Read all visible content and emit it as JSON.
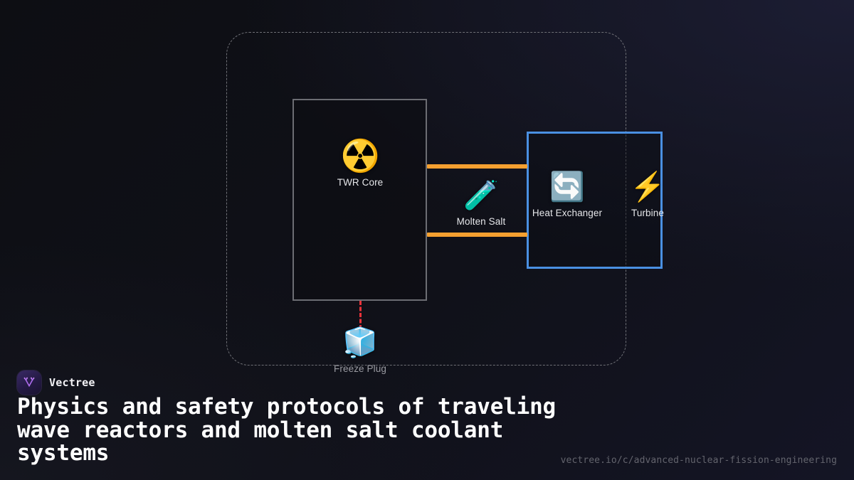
{
  "brand": {
    "name": "Vectree",
    "logo_icon": "vectree-v-tree-icon",
    "logo_colors": {
      "bg_start": "#3a2a66",
      "bg_end": "#1a1330",
      "glyph": "#b06ef0"
    }
  },
  "headline": "Physics and safety protocols of traveling wave reactors and molten salt coolant systems",
  "url": "vectree.io/c/advanced-nuclear-fission-engineering",
  "diagram": {
    "type": "schematic",
    "outer_boundary": {
      "style": "dashed",
      "color": "#6f7076",
      "label": ""
    },
    "containers": [
      {
        "name": "reactor-vessel",
        "style": "solid",
        "color": "#6c6d73"
      },
      {
        "name": "power-conversion-loop",
        "style": "solid",
        "color": "#4a90e2"
      }
    ],
    "nodes": [
      {
        "id": "twr-core",
        "label": "TWR Core",
        "icon": "radioactive-icon",
        "glyph": "☢️"
      },
      {
        "id": "molten-salt",
        "label": "Molten Salt",
        "icon": "test-tube-icon",
        "glyph": "🧪"
      },
      {
        "id": "heat-exchanger",
        "label": "Heat Exchanger",
        "icon": "exchange-arrows-icon",
        "glyph": "🔄"
      },
      {
        "id": "turbine",
        "label": "Turbine",
        "icon": "high-voltage-icon",
        "glyph": "⚡"
      },
      {
        "id": "freeze-plug",
        "label": "Freeze Plug",
        "icon": "ice-cube-icon",
        "glyph": "🧊"
      }
    ],
    "connectors": [
      {
        "id": "hot-leg",
        "from": "twr-core",
        "to": "heat-exchanger",
        "style": "solid",
        "color": "#f5a030"
      },
      {
        "id": "cold-leg",
        "from": "heat-exchanger",
        "to": "twr-core",
        "style": "solid",
        "color": "#f5a030"
      },
      {
        "id": "drain-line",
        "from": "twr-core",
        "to": "freeze-plug",
        "style": "dashed",
        "color": "#e8333a"
      }
    ]
  }
}
